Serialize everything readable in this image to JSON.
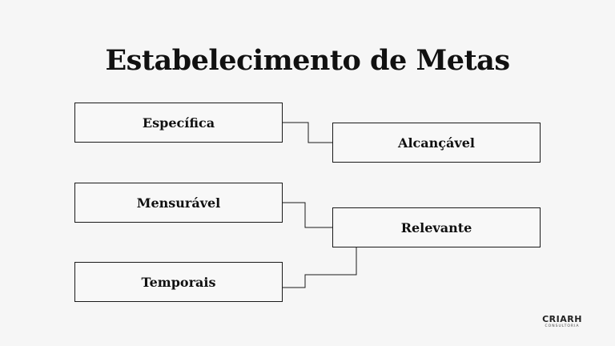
{
  "title": "Estabelecimento de Metas",
  "boxes": {
    "especifica": "Específica",
    "alcancavel": "Alcançável",
    "mensuravel": "Mensurável",
    "relevante": "Relevante",
    "temporais": "Temporais"
  },
  "logo": {
    "name": "CRIARH",
    "subtitle": "CONSULTORIA"
  },
  "colors": {
    "background": "#f6f6f6",
    "line": "#1a1a1a",
    "text": "#111111"
  }
}
